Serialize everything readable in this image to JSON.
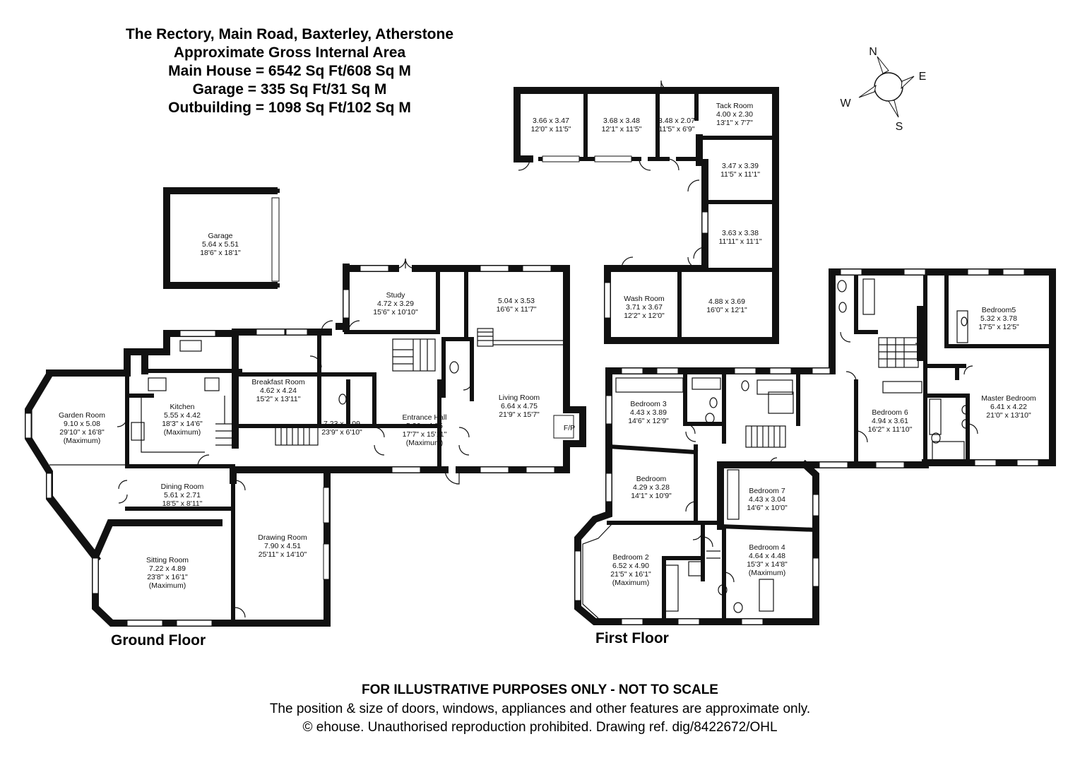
{
  "header": {
    "line1": "The Rectory, Main Road, Baxterley, Atherstone",
    "line2": "Approximate Gross Internal Area",
    "line3": "Main House = 6542 Sq Ft/608 Sq M",
    "line4": "Garage = 335 Sq Ft/31 Sq M",
    "line5": "Outbuilding = 1098 Sq Ft/102 Sq M"
  },
  "compass": {
    "n": "N",
    "e": "E",
    "s": "S",
    "w": "W"
  },
  "floors": {
    "ground": "Ground Floor",
    "first": "First Floor"
  },
  "rooms": {
    "garage": {
      "name": "Garage",
      "metric": "5.64 x 5.51",
      "imperial": "18'6\" x 18'1\""
    },
    "out1": {
      "metric": "3.66 x 3.47",
      "imperial": "12'0\" x 11'5\""
    },
    "out2": {
      "metric": "3.68 x 3.48",
      "imperial": "12'1\" x 11'5\""
    },
    "out3": {
      "metric": "3.48 x 2.07",
      "imperial": "11'5\" x 6'9\""
    },
    "tack": {
      "name": "Tack Room",
      "metric": "4.00 x 2.30",
      "imperial": "13'1\" x 7'7\""
    },
    "out4": {
      "metric": "3.47 x 3.39",
      "imperial": "11'5\" x 11'1\""
    },
    "out5": {
      "metric": "3.63 x 3.38",
      "imperial": "11'11\" x 11'1\""
    },
    "wash": {
      "name": "Wash Room",
      "metric": "3.71 x 3.67",
      "imperial": "12'2\" x 12'0\""
    },
    "out6": {
      "metric": "4.88 x 3.69",
      "imperial": "16'0\" x 12'1\""
    },
    "study": {
      "name": "Study",
      "metric": "4.72 x 3.29",
      "imperial": "15'6\" x 10'10\""
    },
    "gf_room": {
      "metric": "5.04 x 3.53",
      "imperial": "16'6\" x 11'7\""
    },
    "breakfast": {
      "name": "Breakfast Room",
      "metric": "4.62 x 4.24",
      "imperial": "15'2\" x 13'11\""
    },
    "kitchen": {
      "name": "Kitchen",
      "metric": "5.55 x 4.42",
      "imperial": "18'3\" x 14'6\"",
      "note": "(Maximum)"
    },
    "garden": {
      "name": "Garden Room",
      "metric": "9.10 x 5.08",
      "imperial": "29'10\" x 16'8\"",
      "note": "(Maximum)"
    },
    "hallway": {
      "metric": "7.23 x 2.09",
      "imperial": "23'9\" x 6'10\""
    },
    "entrance": {
      "name": "Entrance Hall",
      "metric": "5.36 x 4.85",
      "imperial": "17'7\" x 15'11\"",
      "note": "(Maximum)"
    },
    "living": {
      "name": "Living Room",
      "metric": "6.64 x 4.75",
      "imperial": "21'9\" x 15'7\"",
      "fp": "F/P"
    },
    "dining": {
      "name": "Dining Room",
      "metric": "5.61 x 2.71",
      "imperial": "18'5\" x 8'11\""
    },
    "drawing": {
      "name": "Drawing Room",
      "metric": "7.90 x 4.51",
      "imperial": "25'11\" x 14'10\""
    },
    "sitting": {
      "name": "Sitting Room",
      "metric": "7.22 x 4.89",
      "imperial": "23'8\" x 16'1\"",
      "note": "(Maximum)"
    },
    "bed3": {
      "name": "Bedroom 3",
      "metric": "4.43 x 3.89",
      "imperial": "14'6\" x 12'9\""
    },
    "bed": {
      "name": "Bedroom",
      "metric": "4.29 x 3.28",
      "imperial": "14'1\" x 10'9\""
    },
    "bed2": {
      "name": "Bedroom 2",
      "metric": "6.52 x 4.90",
      "imperial": "21'5\" x 16'1\"",
      "note": "(Maximum)"
    },
    "bed7": {
      "name": "Bedroom 7",
      "metric": "4.43 x 3.04",
      "imperial": "14'6\" x 10'0\""
    },
    "bed4": {
      "name": "Bedroom 4",
      "metric": "4.64 x 4.48",
      "imperial": "15'3\" x 14'8\"",
      "note": "(Maximum)"
    },
    "bed6": {
      "name": "Bedroom 6",
      "metric": "4.94 x 3.61",
      "imperial": "16'2\" x 11'10\""
    },
    "bed5": {
      "name": "Bedroom5",
      "metric": "5.32 x 3.78",
      "imperial": "17'5\" x 12'5\""
    },
    "master": {
      "name": "Master Bedroom",
      "metric": "6.41 x 4.22",
      "imperial": "21'0\" x 13'10\""
    }
  },
  "footer": {
    "line1": "FOR ILLUSTRATIVE PURPOSES ONLY - NOT TO SCALE",
    "line2": "The position & size of doors, windows, appliances and other features are approximate only.",
    "line3": "© ehouse. Unauthorised reproduction prohibited. Drawing ref. dig/8422672/OHL"
  }
}
